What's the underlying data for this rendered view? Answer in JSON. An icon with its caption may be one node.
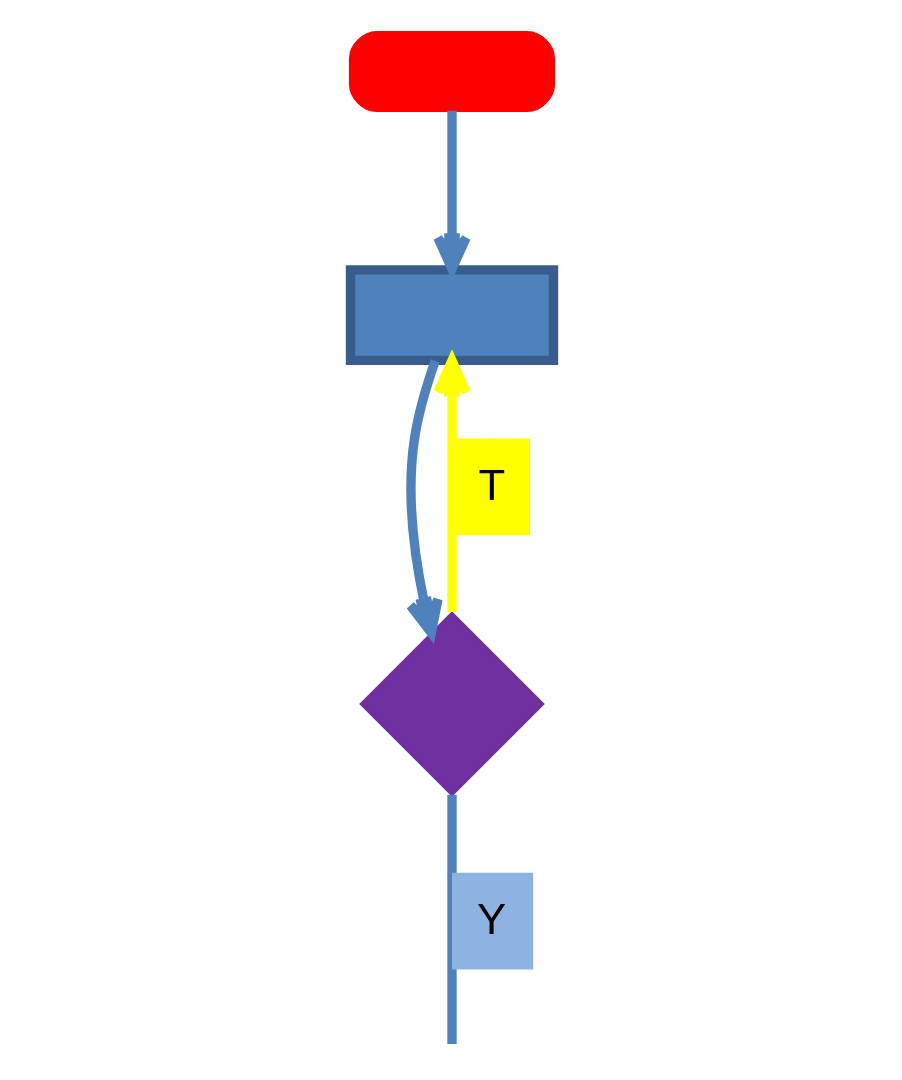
{
  "diagram": {
    "nodes": [
      {
        "text": [],
        "shape": "box"
      },
      {
        "text": [],
        "shape": "box"
      },
      {
        "text": [],
        "shape": "diamond"
      }
    ],
    "edges": [
      {
        "from": 0,
        "to": 1,
        "arrow": "to"
      },
      {
        "from": 1,
        "to": 2,
        "arrow": "to"
      },
      {
        "from": 2,
        "to": 1,
        "arrow": "to",
        "label": "T",
        "color": "#ffff00"
      },
      {
        "from": 2,
        "to": null,
        "arrow": "none",
        "label": "Y"
      }
    ]
  }
}
